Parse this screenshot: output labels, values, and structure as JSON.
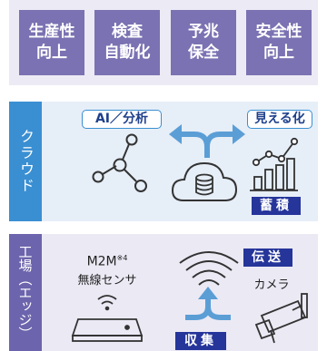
{
  "benefits": [
    {
      "label": "生産性\n向上"
    },
    {
      "label": "検査\n自動化"
    },
    {
      "label": "予兆\n保全"
    },
    {
      "label": "安全性\n向上"
    }
  ],
  "cloud": {
    "label": "クラウド",
    "ai_tag": "AI／分析",
    "visual_tag": "見える化",
    "store_badge": "蓄積"
  },
  "factory": {
    "label": "工場（エッジ）",
    "sensor_name": "M2M",
    "sensor_footnote": "※4",
    "sensor_sub": "無線センサ",
    "transmit_badge": "伝送",
    "camera_label": "カメラ",
    "collect_badge": "収集"
  },
  "colors": {
    "benefit_box": "#7a72b2",
    "cloud_strip": "#3a8fd2",
    "factory_strip": "#6c64ac",
    "badge": "#25359a",
    "arrow": "#5b9ed6"
  }
}
